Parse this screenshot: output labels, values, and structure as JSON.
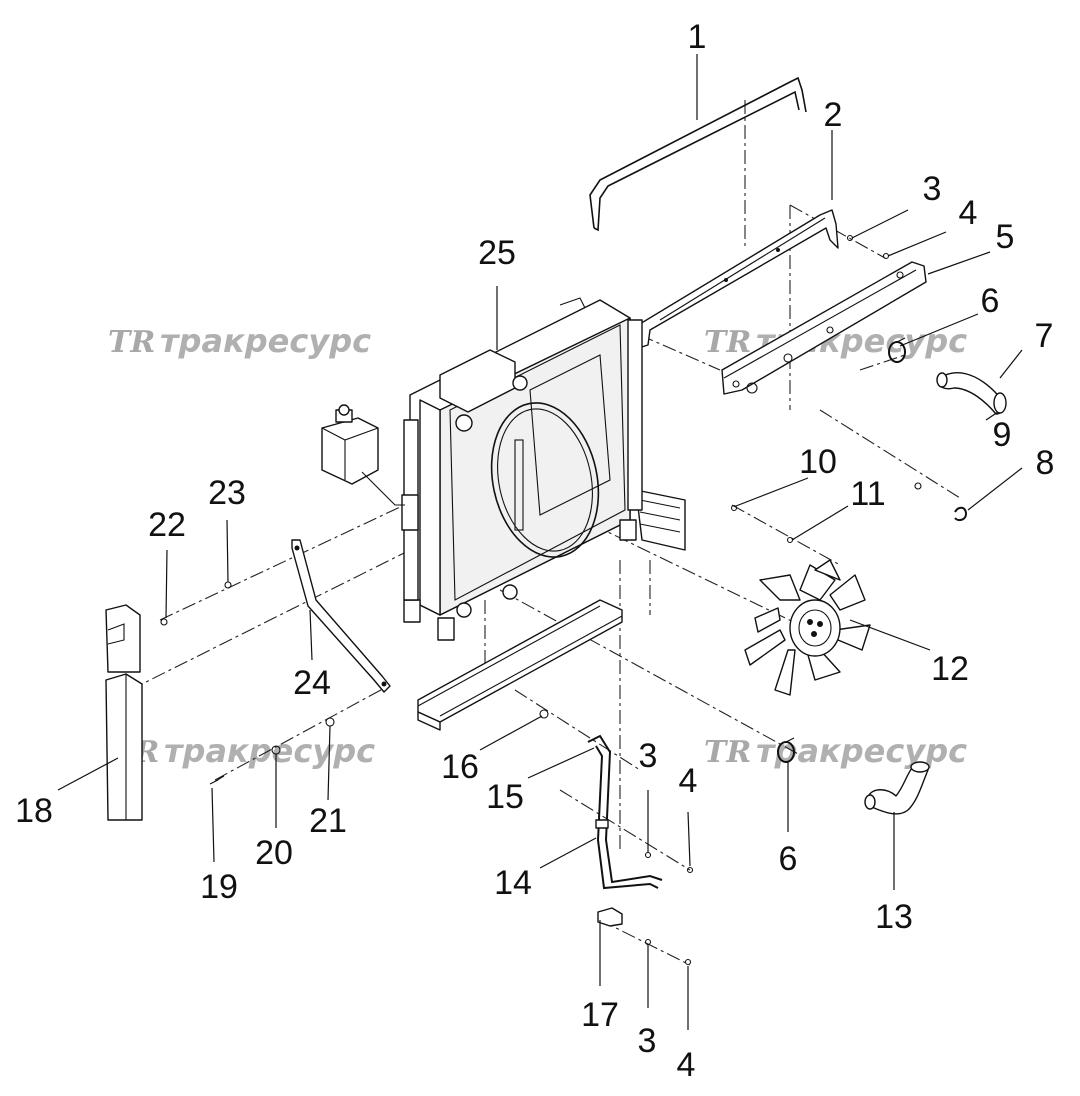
{
  "diagram": {
    "watermarks": [
      {
        "logo": "TR",
        "text": "тракресурс"
      },
      {
        "logo": "TR",
        "text": "тракресурс"
      },
      {
        "logo": "TR",
        "text": "тракресурс"
      },
      {
        "logo": "TR",
        "text": "тракресурс"
      }
    ],
    "callouts": [
      "1",
      "2",
      "3",
      "4",
      "5",
      "6",
      "7",
      "9",
      "8",
      "10",
      "11",
      "12",
      "25",
      "22",
      "23",
      "24",
      "18",
      "16",
      "15",
      "3",
      "4",
      "6",
      "13",
      "14",
      "19",
      "20",
      "21",
      "17",
      "3",
      "4"
    ]
  }
}
